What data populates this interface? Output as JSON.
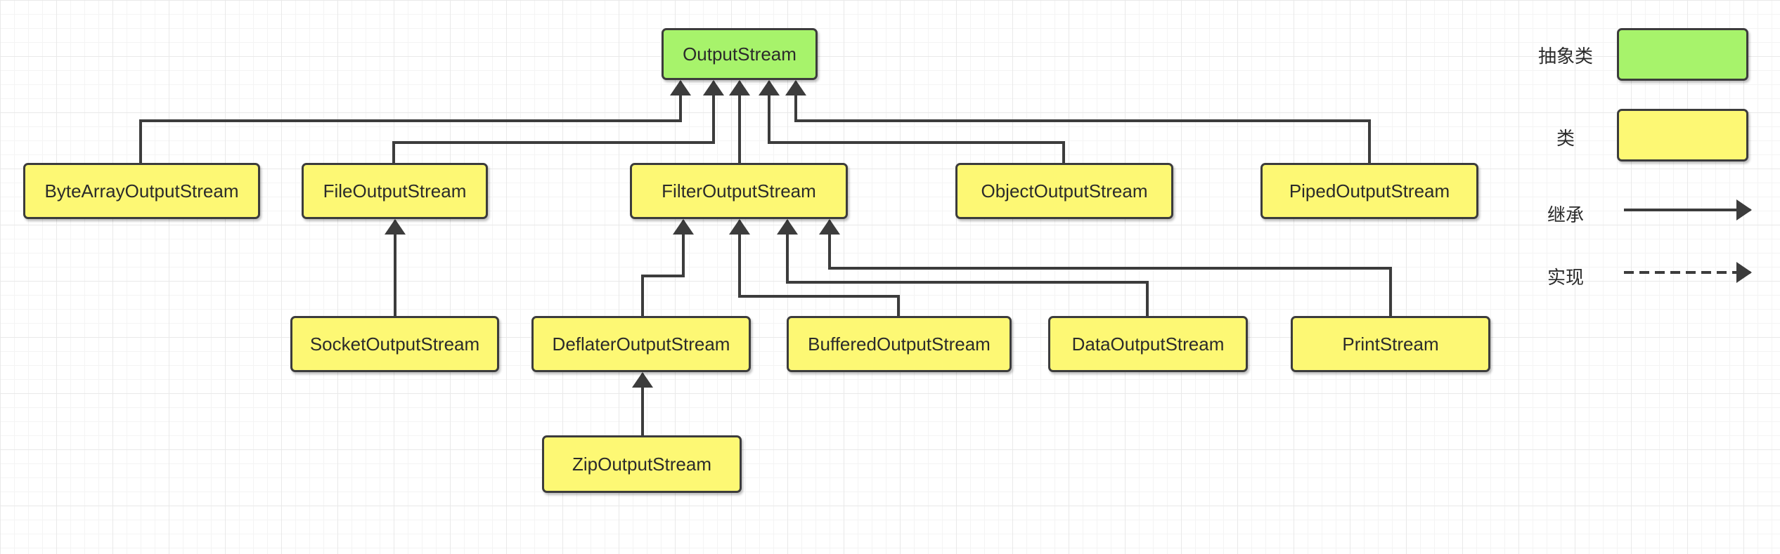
{
  "diagram": {
    "root": "OutputStream",
    "level1": {
      "byte_array": "ByteArrayOutputStream",
      "file": "FileOutputStream",
      "filter": "FilterOutputStream",
      "object": "ObjectOutputStream",
      "piped": "PipedOutputStream"
    },
    "level2": {
      "socket": "SocketOutputStream",
      "deflater": "DeflaterOutputStream",
      "buffered": "BufferedOutputStream",
      "data": "DataOutputStream",
      "print": "PrintStream"
    },
    "level3": {
      "zip": "ZipOutputStream"
    }
  },
  "legend": {
    "abstract_class": "抽象类",
    "class": "类",
    "inheritance": "继承",
    "implementation": "实现"
  },
  "colors": {
    "abstract_fill": "#a7f36b",
    "class_fill": "#fdf874",
    "border": "#3c3c3c",
    "edge": "#3c3c3c"
  }
}
